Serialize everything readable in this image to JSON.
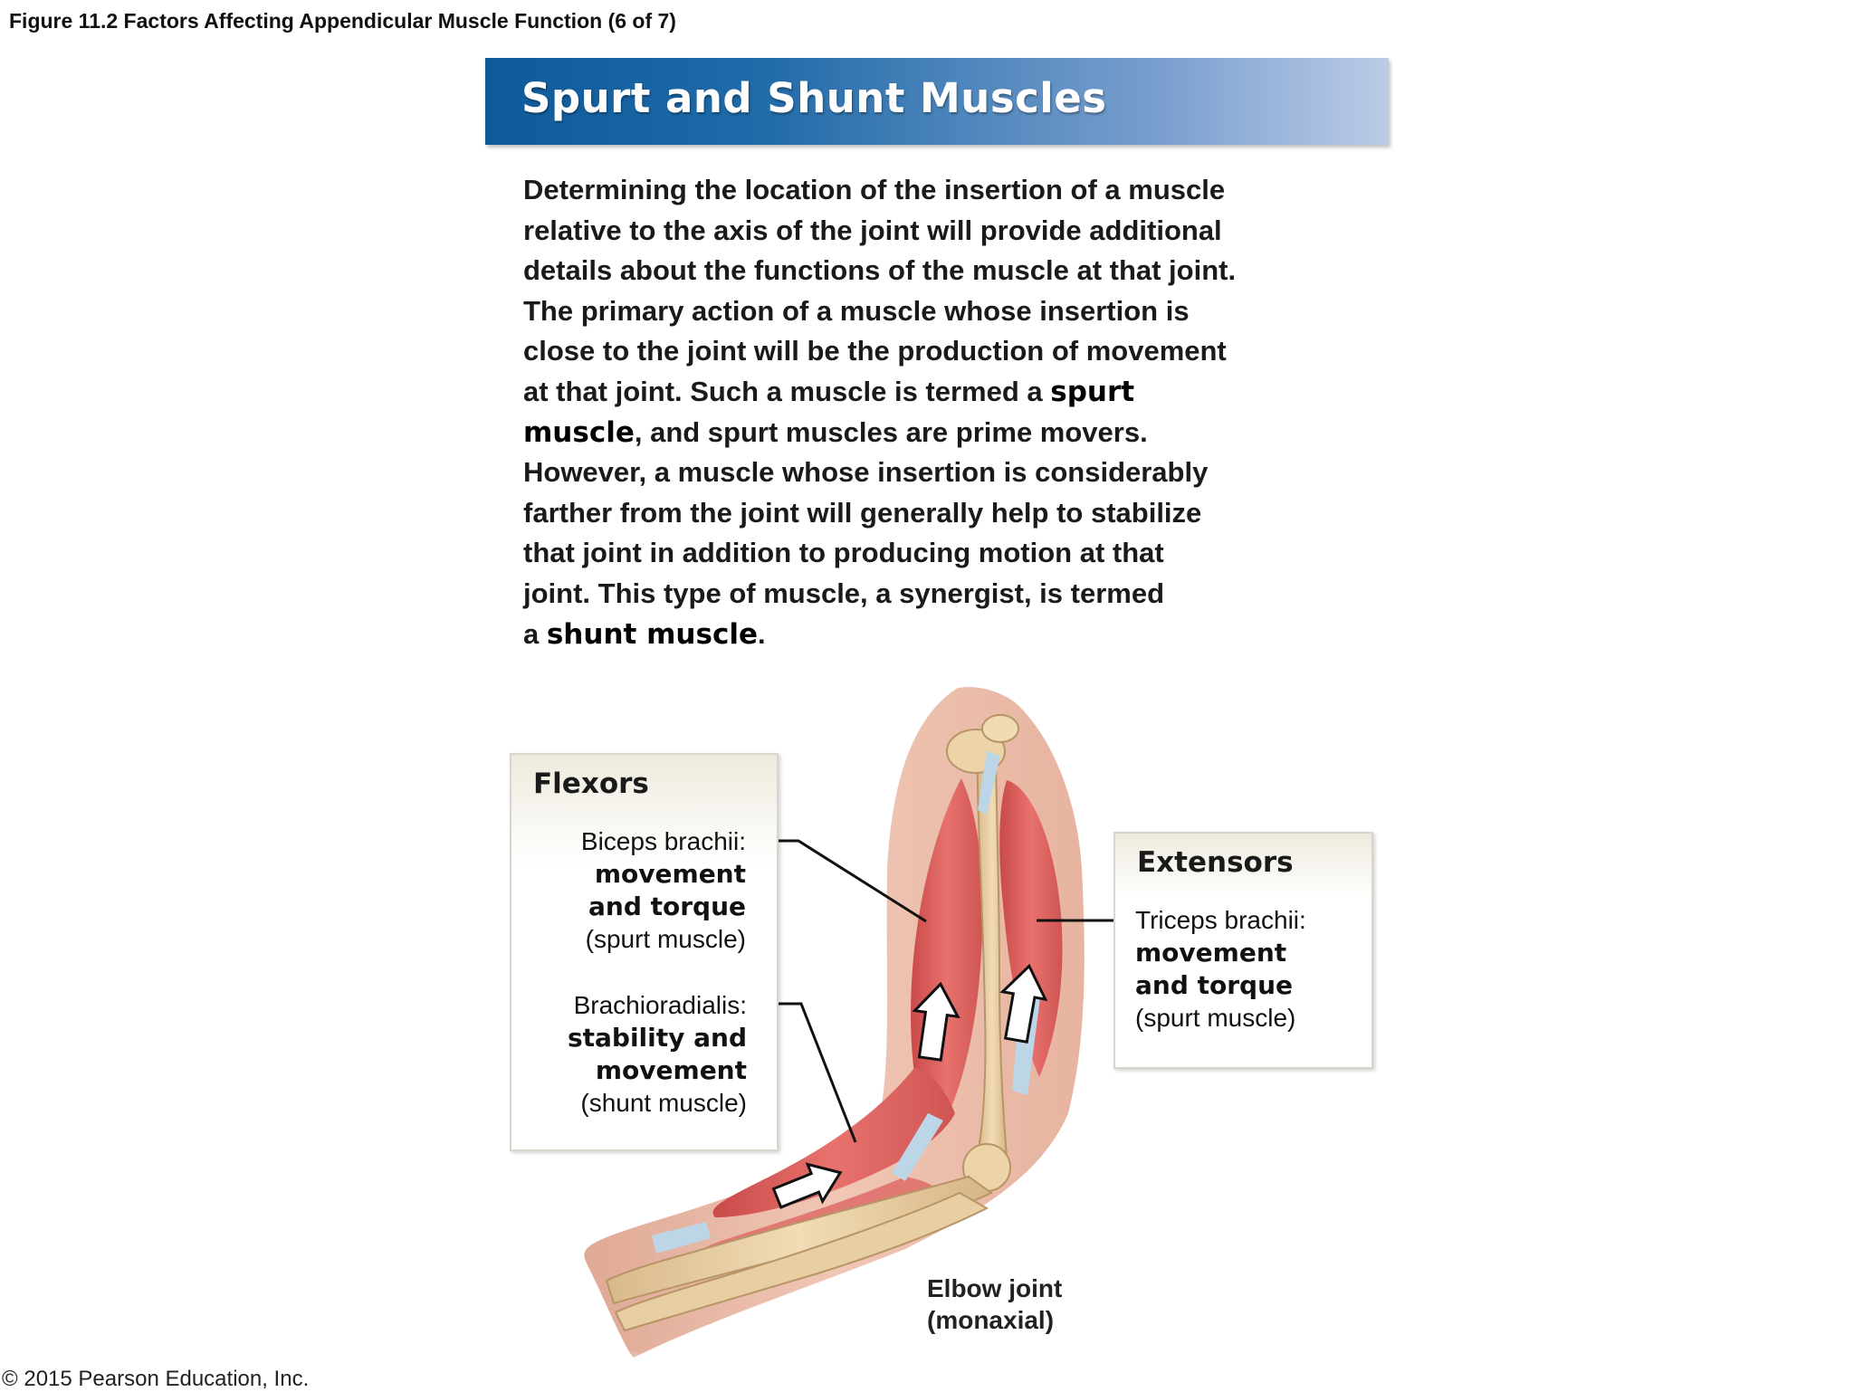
{
  "figure_title": "Figure 11.2 Factors Affecting Appendicular Muscle Function (6 of 7)",
  "banner_title": "Spurt and Shunt Muscles",
  "paragraph": {
    "l1": "Determining the location of the insertion of a muscle",
    "l2": "relative to the axis of the joint will provide additional",
    "l3": "details about the functions of the muscle at that joint.",
    "l4": "The primary action of a muscle whose insertion is",
    "l5": "close to the joint will be the production of movement",
    "l6_a": "at that joint. Such a muscle is termed a ",
    "l6_b": "spurt",
    "l7_a": "muscle",
    "l7_b": ", and spurt muscles are prime movers.",
    "l8": "However, a muscle whose insertion is considerably",
    "l9": "farther from the joint will generally help to stabilize",
    "l10": "that joint in addition to producing motion at that",
    "l11": "joint. This type of muscle, a synergist, is termed",
    "l12_a": "a ",
    "l12_b": "shunt muscle",
    "l12_c": "."
  },
  "flexors": {
    "heading": "Flexors",
    "biceps": {
      "name": "Biceps brachii:",
      "role1": "movement",
      "role2": "and torque",
      "type": "(spurt muscle)"
    },
    "brachioradialis": {
      "name": "Brachioradialis:",
      "role1": "stability and",
      "role2": "movement",
      "type": "(shunt muscle)"
    }
  },
  "extensors": {
    "heading": "Extensors",
    "triceps": {
      "name": "Triceps brachii:",
      "role1": "movement",
      "role2": "and torque",
      "type": "(spurt muscle)"
    }
  },
  "elbow_label": {
    "l1": "Elbow joint",
    "l2": "(monaxial)"
  },
  "copyright": "© 2015 Pearson Education, Inc.",
  "colors": {
    "banner_start": "#0e5a9a",
    "banner_end": "#bccbe6",
    "skin": "#e9b29c",
    "muscle": "#e0625f",
    "bone": "#e8cfa0",
    "tendon": "#b9d4e6"
  }
}
